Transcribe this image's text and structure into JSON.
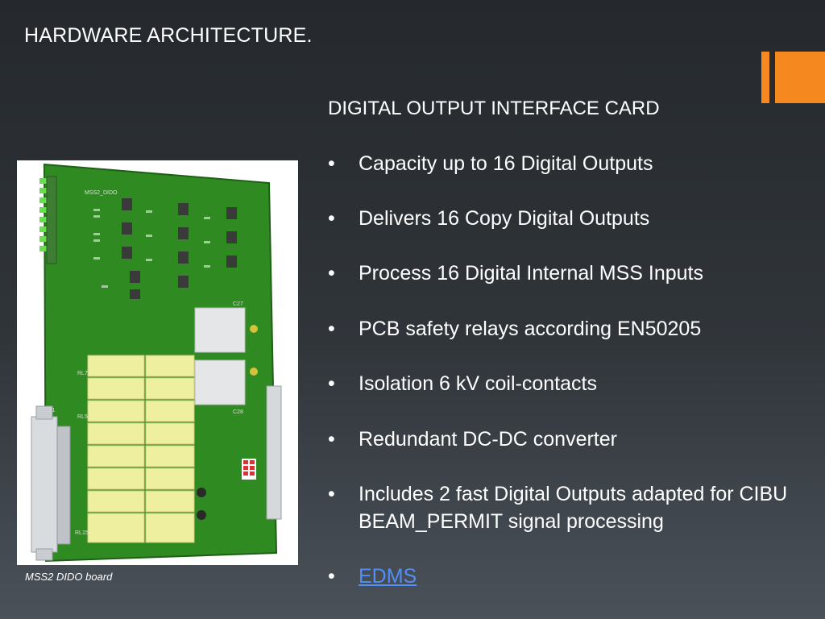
{
  "slide": {
    "title": "HARDWARE ARCHITECTURE.",
    "accent_color": "#f5881f"
  },
  "content": {
    "heading": "DIGITAL OUTPUT INTERFACE CARD",
    "bullet_symbol": "•",
    "bullets": [
      "Capacity up to 16 Digital Outputs",
      "Delivers 16 Copy Digital Outputs",
      "Process 16 Digital Internal MSS Inputs",
      "PCB safety relays according EN50205",
      "Isolation 6 kV coil-contacts",
      "Redundant DC-DC converter",
      "Includes 2 fast Digital Outputs adapted for CIBU BEAM_PERMIT signal processing"
    ],
    "link_text": "EDMS",
    "link_color": "#4f8ff7"
  },
  "image": {
    "caption": "MSS2 DIDO board",
    "pcb_color": "#2f8a22",
    "relay_color": "#eef0a0",
    "pcb_texts": {
      "board_name": "MSS2_DIDO",
      "ref_rl7": "RL7",
      "ref_rl5": "RL5",
      "ref_rl15": "RL15",
      "ref_c27": "C27",
      "ref_c28": "C28",
      "ref_j1": "J1"
    }
  }
}
